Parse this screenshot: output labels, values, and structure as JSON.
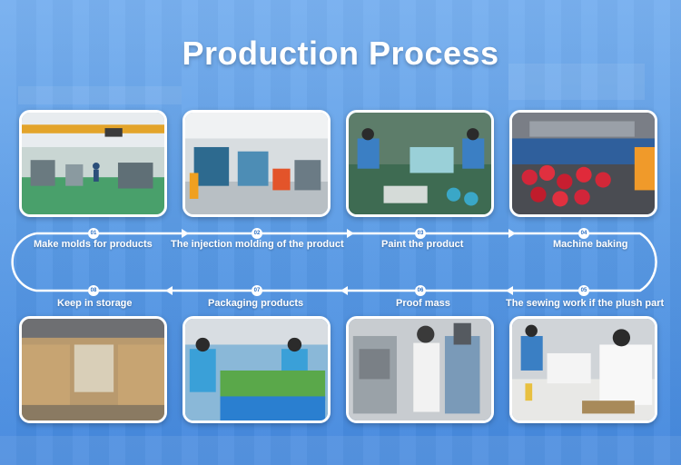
{
  "title": "Production Process",
  "steps": [
    {
      "num": "01",
      "label": "Make molds for products"
    },
    {
      "num": "02",
      "label": "The injection molding of the product"
    },
    {
      "num": "03",
      "label": "Paint the product"
    },
    {
      "num": "04",
      "label": "Machine baking"
    },
    {
      "num": "05",
      "label": "The sewing work if the plush part"
    },
    {
      "num": "06",
      "label": "Proof mass"
    },
    {
      "num": "07",
      "label": "Packaging products"
    },
    {
      "num": "08",
      "label": "Keep in storage"
    }
  ],
  "colors": {
    "background": "#5a9be6",
    "accent": "#ffffff",
    "number": "#2a6fc4"
  }
}
